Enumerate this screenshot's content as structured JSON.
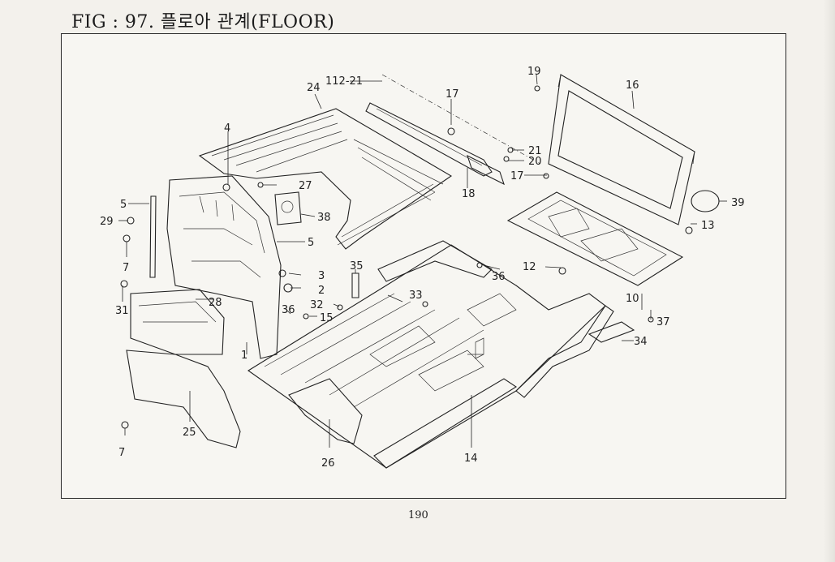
{
  "figure": {
    "title": "FIG : 97. 플로아 관계(FLOOR)",
    "page_number": "190"
  },
  "callouts": {
    "c_112_21": "112-21",
    "c_24": "24",
    "c_17a": "17",
    "c_19": "19",
    "c_16": "16",
    "c_4": "4",
    "c_21": "21",
    "c_20": "20",
    "c_17b": "17",
    "c_18": "18",
    "c_27": "27",
    "c_5a": "5",
    "c_29": "29",
    "c_38": "38",
    "c_39": "39",
    "c_13": "13",
    "c_7a": "7",
    "c_5b": "5",
    "c_12": "12",
    "c_3": "3",
    "c_35": "35",
    "c_36a": "36",
    "c_2": "2",
    "c_31": "31",
    "c_28": "28",
    "c_32": "32",
    "c_33": "33",
    "c_36b": "36",
    "c_15": "15",
    "c_10": "10",
    "c_37": "37",
    "c_1": "1",
    "c_34": "34",
    "c_25": "25",
    "c_7b": "7",
    "c_14": "14",
    "c_26": "26"
  }
}
